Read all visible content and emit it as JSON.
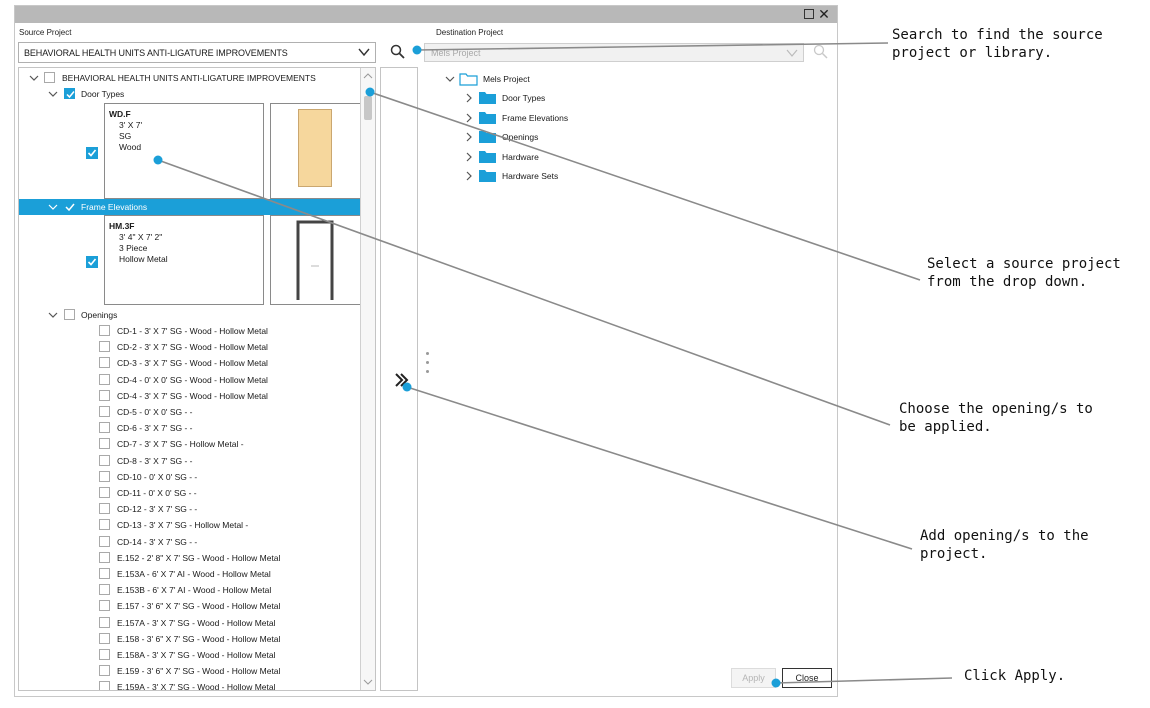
{
  "window": {
    "colors": {
      "accent": "#1b9fd8",
      "callout_line": "#8a8a8a",
      "callout_dot": "#1b9fd8"
    }
  },
  "source": {
    "label": "Source Project",
    "selected": "BEHAVIORAL HEALTH UNITS ANTI-LIGATURE IMPROVEMENTS",
    "tree_root": "BEHAVIORAL HEALTH UNITS ANTI-LIGATURE IMPROVEMENTS",
    "door_types": {
      "label": "Door Types",
      "card": {
        "code": "WD.F",
        "lines": [
          "3' X 7'",
          "SG",
          "Wood"
        ]
      }
    },
    "frame_elevations": {
      "label": "Frame Elevations",
      "card": {
        "code": "HM.3F",
        "lines": [
          "3' 4\" X 7' 2\"",
          "3 Piece",
          "Hollow Metal"
        ]
      }
    },
    "openings": {
      "label": "Openings",
      "items": [
        "CD-1 -  3' X 7' SG - Wood - Hollow Metal",
        "CD-2 -  3' X 7' SG - Wood - Hollow Metal",
        "CD-3 -  3' X 7' SG - Wood - Hollow Metal",
        "CD-4 -  0' X 0' SG - Wood - Hollow Metal",
        "CD-4 -  3' X 7' SG - Wood - Hollow Metal",
        "CD-5 -  0' X 0' SG -  -",
        "CD-6 -  3' X 7' SG -  -",
        "CD-7 -  3' X 7' SG - Hollow Metal -",
        "CD-8 -  3' X 7' SG -  -",
        "CD-10 -  0' X 0' SG -  -",
        "CD-11 -  0' X 0' SG -  -",
        "CD-12 -  3' X 7' SG -  -",
        "CD-13 -  3' X 7' SG - Hollow Metal -",
        "CD-14 -  3' X 7' SG -  -",
        "E.152 -  2' 8\" X 7' SG - Wood - Hollow Metal",
        "E.153A -  6' X 7' AI - Wood - Hollow Metal",
        "E.153B -  6' X 7' AI - Wood - Hollow Metal",
        "E.157 -  3' 6\" X 7' SG - Wood - Hollow Metal",
        "E.157A -  3' X 7' SG - Wood - Hollow Metal",
        "E.158 -  3' 6\" X 7' SG - Wood - Hollow Metal",
        "E.158A -  3' X 7' SG - Wood - Hollow Metal",
        "E.159 -  3' 6\" X 7' SG - Wood - Hollow Metal",
        "E.159A -  3' X 7' SG - Wood - Hollow Metal"
      ]
    }
  },
  "destination": {
    "label": "Destination Project",
    "selected": "Mels Project",
    "tree_root": "Mels Project",
    "folders": [
      "Door Types",
      "Frame Elevations",
      "Openings",
      "Hardware",
      "Hardware Sets"
    ]
  },
  "buttons": {
    "apply": "Apply",
    "close": "Close"
  },
  "callouts": [
    "Search to find the source\nproject or library.",
    "Select a source project\nfrom the drop down.",
    "Choose the opening/s to\nbe applied.",
    "Add opening/s to the\nproject.",
    "Click Apply."
  ]
}
